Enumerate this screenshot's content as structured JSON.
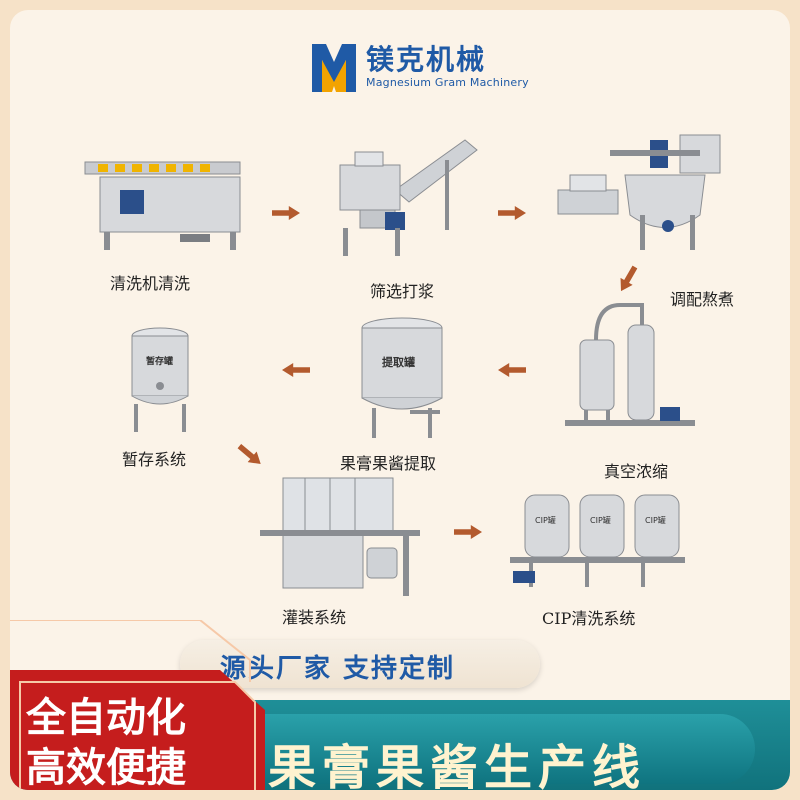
{
  "brand": {
    "name_cn": "镁克机械",
    "name_en": "Magnesium Gram Machinery"
  },
  "steps": [
    {
      "label": "清洗机清洗"
    },
    {
      "label": "筛选打浆"
    },
    {
      "label": "调配熬煮"
    },
    {
      "label": "真空浓缩"
    },
    {
      "label": "果膏果酱提取"
    },
    {
      "label": "暂存系统"
    },
    {
      "label": "灌装系统"
    },
    {
      "label": "CIP清洗系统"
    }
  ],
  "machine_tags": {
    "extract_tank": "提取罐",
    "storage_tank": "暂存罐",
    "cip_tank": "CIP罐"
  },
  "slogan": "源头厂家 支持定制",
  "badge": {
    "line1": "全自动化",
    "line2": "高效便捷"
  },
  "title": "果膏果酱生产线",
  "colors": {
    "brand_blue": "#1f5aa6",
    "arrow": "#b35a2e",
    "banner_teal": "#0f6f79",
    "badge_red": "#c51d1d",
    "title_text": "#fff3cf"
  }
}
